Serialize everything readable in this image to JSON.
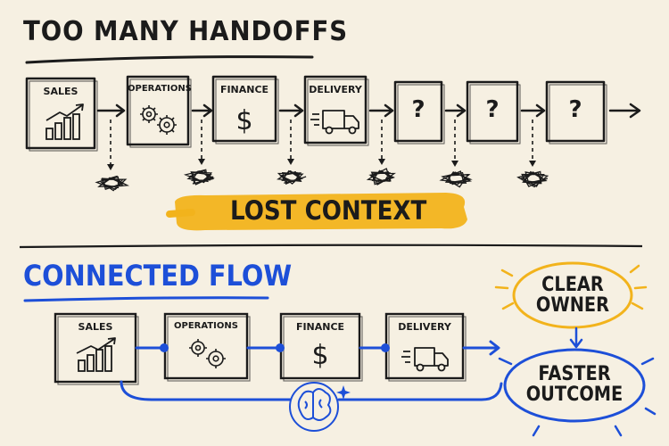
{
  "titles": {
    "top": "TOO MANY HANDOFFS",
    "bottom": "CONNECTED FLOW"
  },
  "top_flow": {
    "steps": [
      "SALES",
      "OPERATIONS",
      "FINANCE",
      "DELIVERY",
      "?",
      "?",
      "?"
    ],
    "callout": "LOST CONTEXT"
  },
  "bottom_flow": {
    "steps": [
      "SALES",
      "OPERATIONS",
      "FINANCE",
      "DELIVERY"
    ],
    "outcomes": {
      "owner_line1": "CLEAR",
      "owner_line2": "OWNER",
      "outcome_line1": "FASTER",
      "outcome_line2": "OUTCOME"
    }
  },
  "colors": {
    "ink": "#1b1b1b",
    "blue": "#1d4fd8",
    "highlight": "#f2b31c",
    "paper": "#f6f0e2"
  },
  "icons": [
    "growth-chart-icon",
    "gears-icon",
    "dollar-icon",
    "delivery-truck-icon",
    "tangle-icon",
    "brain-icon",
    "sparkle-icon"
  ]
}
